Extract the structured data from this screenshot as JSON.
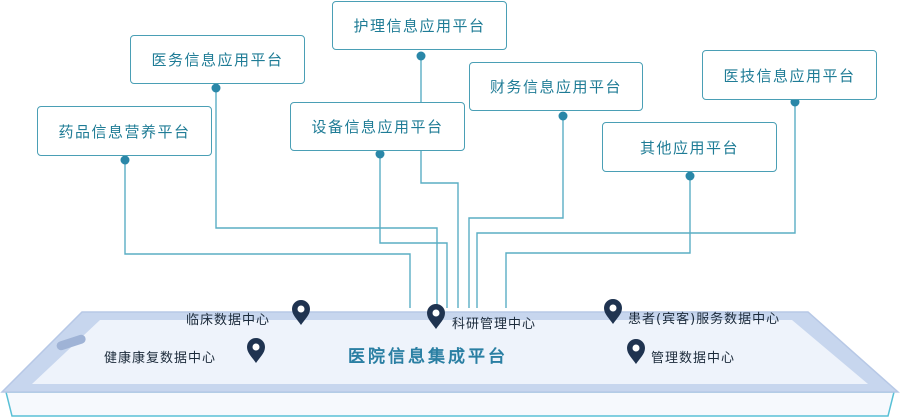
{
  "platforms": {
    "drug": "药品信息营养平台",
    "medical": "医务信息应用平台",
    "nursing": "护理信息应用平台",
    "equipment": "设备信息应用平台",
    "finance": "财务信息应用平台",
    "tech": "医技信息应用平台",
    "other": "其他应用平台"
  },
  "base": {
    "title": "医院信息集成平台",
    "centers": {
      "clinical": "临床数据中心",
      "research": "科研管理中心",
      "patient": "患者(宾客)服务数据中心",
      "health": "健康康复数据中心",
      "management": "管理数据中心"
    }
  },
  "colors": {
    "line": "#5aaec4",
    "box_border": "#4a9fb5",
    "box_text": "#1f7c96",
    "tablet_frame": "#c7d6ee",
    "tablet_screen": "#eef3fb",
    "pin": "#1f3350",
    "title": "#2a7fa3"
  }
}
